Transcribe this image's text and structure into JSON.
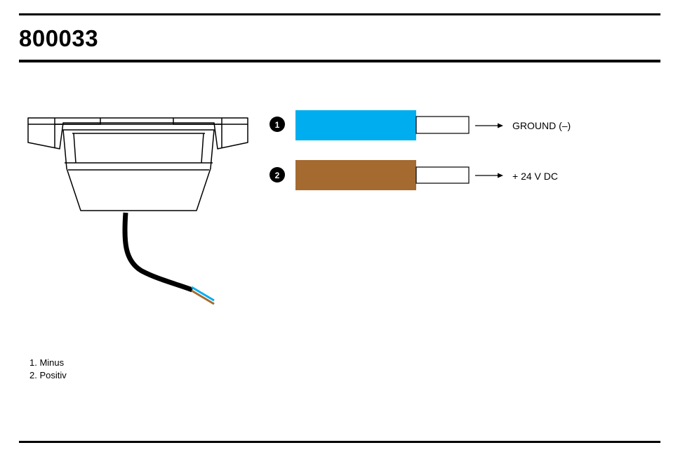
{
  "header": {
    "title": "800033"
  },
  "wires": [
    {
      "number": "1",
      "color": "#00aeef",
      "label": "GROUND (–)"
    },
    {
      "number": "2",
      "color": "#a56a30",
      "label": "+ 24 V DC"
    }
  ],
  "legend": {
    "items": [
      "1. Minus",
      "2. Positiv"
    ]
  },
  "colors": {
    "cable": "#000000",
    "outline": "#000000"
  }
}
